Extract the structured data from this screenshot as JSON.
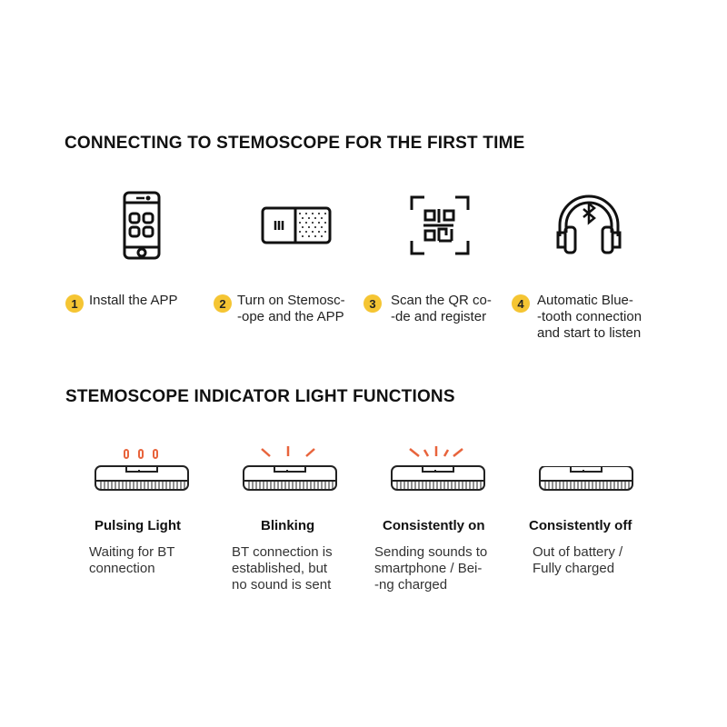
{
  "sections": {
    "connecting": {
      "title": "CONNECTING TO STEMOSCOPE FOR THE FIRST TIME",
      "steps": [
        {
          "number": "1",
          "icon": "smartphone-apps-icon",
          "text": "Install the APP"
        },
        {
          "number": "2",
          "icon": "stemoscope-device-icon",
          "text": "Turn on Stemosc-\n-ope and the APP"
        },
        {
          "number": "3",
          "icon": "qr-scan-icon",
          "text": "Scan the QR co-\n-de and register"
        },
        {
          "number": "4",
          "icon": "bluetooth-headphones-icon",
          "text": "Automatic Blue-\n-tooth connection\nand start to listen"
        }
      ]
    },
    "indicator": {
      "title": "STEMOSCOPE INDICATOR LIGHT FUNCTIONS",
      "states": [
        {
          "icon": "pulsing-light-icon",
          "title": "Pulsing Light",
          "description": "Waiting for BT\nconnection"
        },
        {
          "icon": "blinking-light-icon",
          "title": "Blinking",
          "description": "BT connection is\nestablished, but\nno sound is sent"
        },
        {
          "icon": "consistently-on-light-icon",
          "title": "Consistently on",
          "description": "Sending sounds to\nsmartphone / Bei-\n-ng charged"
        },
        {
          "icon": "consistently-off-light-icon",
          "title": "Consistently off",
          "description": "Out of battery /\nFully charged"
        }
      ]
    }
  },
  "colors": {
    "badge": "#f5c533",
    "light_rays": "#e8643c",
    "text": "#1a1a1a"
  }
}
